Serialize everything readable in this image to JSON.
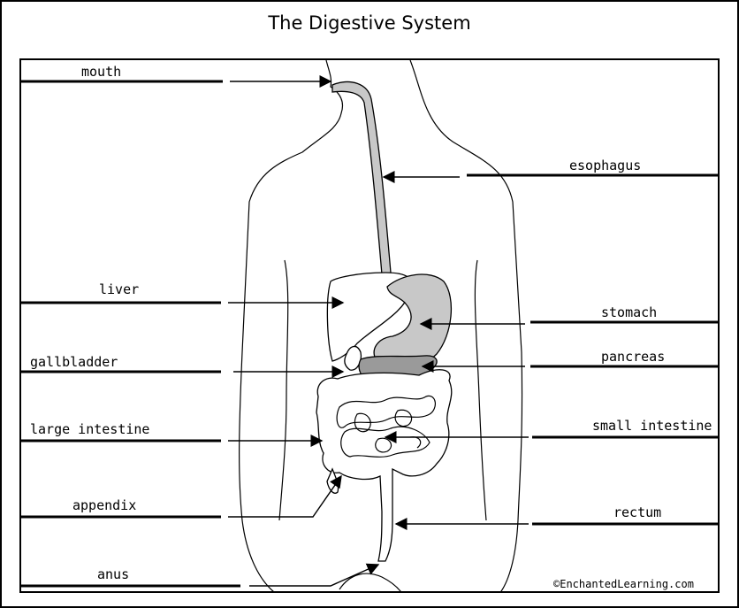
{
  "title": "The Digestive System",
  "labels": {
    "mouth": "mouth",
    "esophagus": "esophagus",
    "liver": "liver",
    "stomach": "stomach",
    "gallbladder": "gallbladder",
    "pancreas": "pancreas",
    "large_intestine": "large intestine",
    "small_intestine": "small intestine",
    "appendix": "appendix",
    "rectum": "rectum",
    "anus": "anus"
  },
  "credit": "©EnchantedLearning.com"
}
